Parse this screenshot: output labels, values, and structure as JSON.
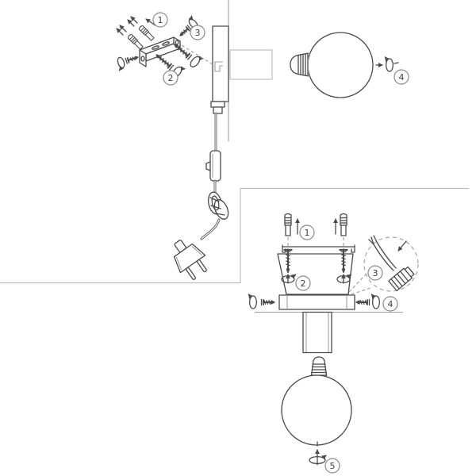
{
  "page": {
    "kind": "lamp-assembly-instruction-diagram",
    "background": "#ffffff"
  },
  "colors": {
    "line": "#4a4a4a",
    "faint": "#9e9e9e",
    "panel_border": "#bdbdbd",
    "callout_ring": "#8a8a8a"
  },
  "wall_mount_steps": {
    "name": "wall lamp installation",
    "callouts": [
      {
        "num": "1"
      },
      {
        "num": "2"
      },
      {
        "num": "3"
      },
      {
        "num": "4"
      }
    ]
  },
  "ceiling_mount_steps": {
    "name": "ceiling lamp installation",
    "callouts": [
      {
        "num": "1"
      },
      {
        "num": "2"
      },
      {
        "num": "3"
      },
      {
        "num": "4"
      },
      {
        "num": "5"
      }
    ]
  }
}
